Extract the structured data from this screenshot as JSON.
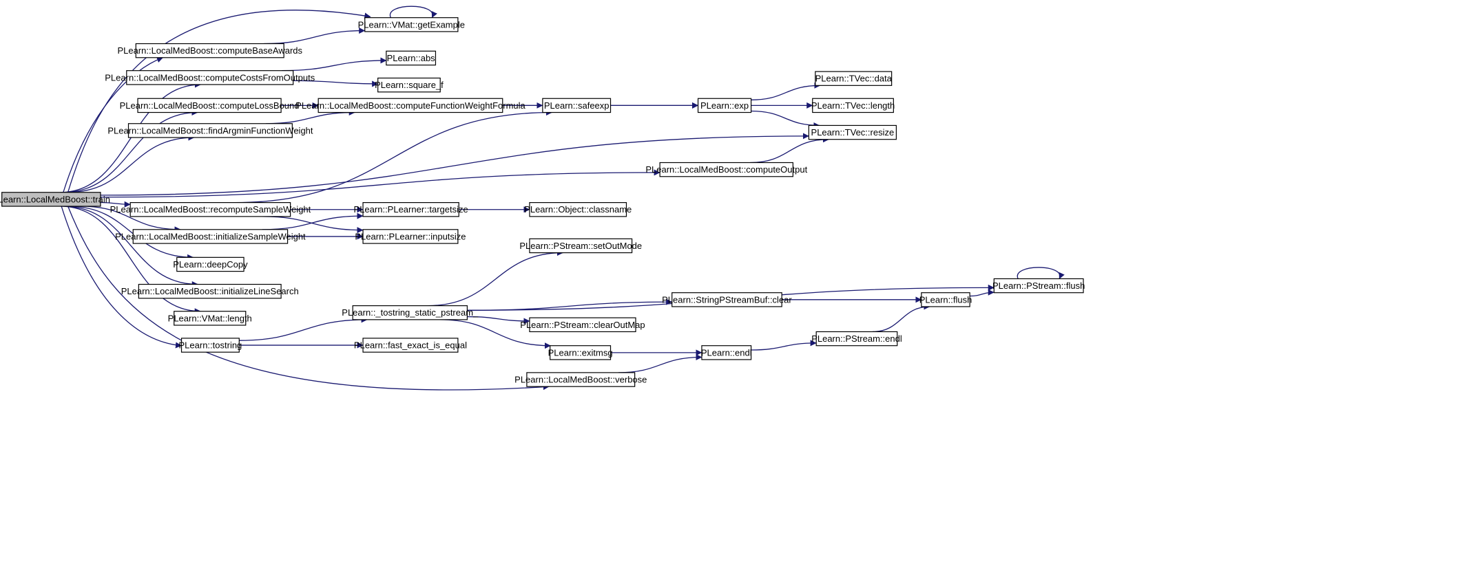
{
  "nodes": {
    "train": "PLearn::LocalMedBoost::train",
    "getExample": "PLearn::VMat::getExample",
    "computeBaseAwards": "PLearn::LocalMedBoost::computeBaseAwards",
    "abs": "PLearn::abs",
    "computeCostsFromOutputs": "PLearn::LocalMedBoost::computeCostsFromOutputs",
    "square_f": "PLearn::square_f",
    "computeLossBound": "PLearn::LocalMedBoost::computeLossBound",
    "computeFunctionWeightFormula": "PLearn::LocalMedBoost::computeFunctionWeightFormula",
    "safeexp": "PLearn::safeexp",
    "exp": "PLearn::exp",
    "TVec_data": "PLearn::TVec::data",
    "TVec_length": "PLearn::TVec::length",
    "TVec_resize": "PLearn::TVec::resize",
    "findArgminFunctionWeight": "PLearn::LocalMedBoost::findArgminFunctionWeight",
    "computeOutput": "PLearn::LocalMedBoost::computeOutput",
    "recomputeSampleWeight": "PLearn::LocalMedBoost::recomputeSampleWeight",
    "targetsize": "PLearn::PLearner::targetsize",
    "classname": "PLearn::Object::classname",
    "initializeSampleWeight": "PLearn::LocalMedBoost::initializeSampleWeight",
    "inputsize": "PLearn::PLearner::inputsize",
    "deepCopy": "PLearn::deepCopy",
    "setOutMode": "PLearn::PStream::setOutMode",
    "initializeLineSearch": "PLearn::LocalMedBoost::initializeLineSearch",
    "PStream_flush": "PLearn::PStream::flush",
    "tostring_static_pstream": "PLearn::_tostring_static_pstream_",
    "StringPStreamBuf_clear": "PLearn::StringPStreamBuf::clear",
    "flush": "PLearn::flush",
    "VMat_length": "PLearn::VMat::length",
    "clearOutMap": "PLearn::PStream::clearOutMap",
    "PStream_endl": "PLearn::PStream::endl",
    "tostring": "PLearn::tostring",
    "fast_exact_is_equal": "PLearn::fast_exact_is_equal",
    "exitmsg": "PLearn::exitmsg",
    "endl": "PLearn::endl",
    "verbose": "PLearn::LocalMedBoost::verbose"
  },
  "edges": [
    [
      "train",
      "getExample"
    ],
    [
      "train",
      "computeBaseAwards"
    ],
    [
      "train",
      "computeCostsFromOutputs"
    ],
    [
      "train",
      "computeLossBound"
    ],
    [
      "train",
      "findArgminFunctionWeight"
    ],
    [
      "train",
      "TVec_resize"
    ],
    [
      "train",
      "computeOutput"
    ],
    [
      "train",
      "recomputeSampleWeight"
    ],
    [
      "train",
      "initializeSampleWeight"
    ],
    [
      "train",
      "deepCopy"
    ],
    [
      "train",
      "initializeLineSearch"
    ],
    [
      "train",
      "VMat_length"
    ],
    [
      "train",
      "tostring"
    ],
    [
      "train",
      "verbose"
    ],
    [
      "getExample",
      "getExample"
    ],
    [
      "computeBaseAwards",
      "getExample"
    ],
    [
      "computeCostsFromOutputs",
      "abs"
    ],
    [
      "computeCostsFromOutputs",
      "square_f"
    ],
    [
      "computeLossBound",
      "computeFunctionWeightFormula"
    ],
    [
      "findArgminFunctionWeight",
      "computeFunctionWeightFormula"
    ],
    [
      "computeFunctionWeightFormula",
      "safeexp"
    ],
    [
      "computeFunctionWeightFormula",
      "exp"
    ],
    [
      "safeexp",
      "exp"
    ],
    [
      "exp",
      "TVec_data"
    ],
    [
      "exp",
      "TVec_length"
    ],
    [
      "exp",
      "TVec_resize"
    ],
    [
      "computeOutput",
      "TVec_resize"
    ],
    [
      "recomputeSampleWeight",
      "safeexp"
    ],
    [
      "recomputeSampleWeight",
      "targetsize"
    ],
    [
      "recomputeSampleWeight",
      "inputsize"
    ],
    [
      "initializeSampleWeight",
      "targetsize"
    ],
    [
      "initializeSampleWeight",
      "inputsize"
    ],
    [
      "targetsize",
      "classname"
    ],
    [
      "tostring",
      "tostring_static_pstream"
    ],
    [
      "tostring",
      "fast_exact_is_equal"
    ],
    [
      "tostring_static_pstream",
      "setOutMode"
    ],
    [
      "tostring_static_pstream",
      "PStream_flush"
    ],
    [
      "tostring_static_pstream",
      "StringPStreamBuf_clear"
    ],
    [
      "tostring_static_pstream",
      "clearOutMap"
    ],
    [
      "tostring_static_pstream",
      "exitmsg"
    ],
    [
      "StringPStreamBuf_clear",
      "flush"
    ],
    [
      "flush",
      "PStream_flush"
    ],
    [
      "PStream_flush",
      "PStream_flush"
    ],
    [
      "exitmsg",
      "endl"
    ],
    [
      "verbose",
      "endl"
    ],
    [
      "endl",
      "PStream_endl"
    ],
    [
      "PStream_endl",
      "flush"
    ]
  ],
  "colors": {
    "edge": "#191970",
    "node_border": "#000000",
    "node_fill": "#ffffff",
    "root_fill": "#bfbfbf",
    "text": "#000000"
  }
}
